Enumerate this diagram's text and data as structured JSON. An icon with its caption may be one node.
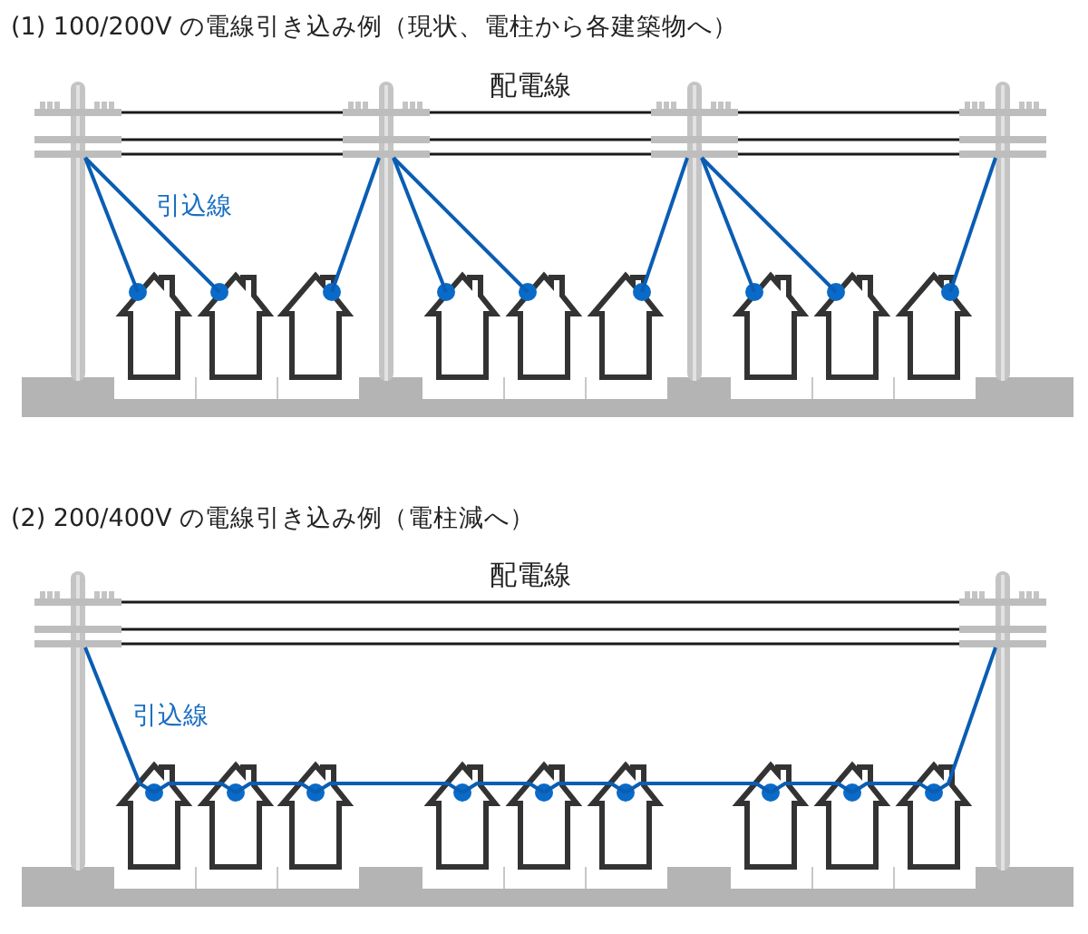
{
  "diagram": {
    "nodes": [
      {
        "text": [],
        "shape": "pole"
      },
      {
        "text": [],
        "shape": "pole"
      },
      {
        "text": [],
        "shape": "pole"
      },
      {
        "text": [],
        "shape": "pole"
      },
      {
        "text": [],
        "shape": "house"
      },
      {
        "text": [],
        "shape": "house"
      },
      {
        "text": [],
        "shape": "house"
      },
      {
        "text": [],
        "shape": "house"
      },
      {
        "text": [],
        "shape": "house"
      },
      {
        "text": [],
        "shape": "house"
      },
      {
        "text": [],
        "shape": "house"
      },
      {
        "text": [],
        "shape": "house"
      },
      {
        "text": [],
        "shape": "house"
      },
      {
        "text": [],
        "shape": "pole"
      },
      {
        "text": [],
        "shape": "pole"
      },
      {
        "text": [],
        "shape": "house"
      },
      {
        "text": [],
        "shape": "house"
      },
      {
        "text": [],
        "shape": "house"
      },
      {
        "text": [],
        "shape": "house"
      },
      {
        "text": [],
        "shape": "house"
      },
      {
        "text": [],
        "shape": "house"
      },
      {
        "text": [],
        "shape": "house"
      },
      {
        "text": [],
        "shape": "house"
      },
      {
        "text": [],
        "shape": "house"
      }
    ],
    "edges": [
      {
        "from": 0,
        "to": 4,
        "arrow": "none"
      },
      {
        "from": 0,
        "to": 5,
        "arrow": "none"
      },
      {
        "from": 1,
        "to": 6,
        "arrow": "none"
      },
      {
        "from": 1,
        "to": 7,
        "arrow": "none"
      },
      {
        "from": 1,
        "to": 8,
        "arrow": "none"
      },
      {
        "from": 2,
        "to": 9,
        "arrow": "none"
      },
      {
        "from": 2,
        "to": 10,
        "arrow": "none"
      },
      {
        "from": 2,
        "to": 11,
        "arrow": "none"
      },
      {
        "from": 3,
        "to": 12,
        "arrow": "none"
      },
      {
        "from": 0,
        "to": 1,
        "arrow": "none",
        "color": "#1a1a1a"
      },
      {
        "from": 0,
        "to": 1,
        "arrow": "none",
        "color": "#1a1a1a"
      },
      {
        "from": 0,
        "to": 1,
        "arrow": "none",
        "color": "#1a1a1a"
      },
      {
        "from": 1,
        "to": 2,
        "arrow": "none",
        "color": "#1a1a1a"
      },
      {
        "from": 1,
        "to": 2,
        "arrow": "none",
        "color": "#1a1a1a"
      },
      {
        "from": 1,
        "to": 2,
        "arrow": "none",
        "color": "#1a1a1a"
      },
      {
        "from": 2,
        "to": 3,
        "arrow": "none",
        "color": "#1a1a1a"
      },
      {
        "from": 2,
        "to": 3,
        "arrow": "none",
        "color": "#1a1a1a"
      },
      {
        "from": 2,
        "to": 3,
        "arrow": "none",
        "color": "#1a1a1a"
      },
      {
        "from": 13,
        "to": 15,
        "arrow": "none"
      },
      {
        "from": 15,
        "to": 16,
        "arrow": "none"
      },
      {
        "from": 16,
        "to": 17,
        "arrow": "none"
      },
      {
        "from": 17,
        "to": 18,
        "arrow": "none"
      },
      {
        "from": 18,
        "to": 19,
        "arrow": "none"
      },
      {
        "from": 19,
        "to": 20,
        "arrow": "none"
      },
      {
        "from": 20,
        "to": 21,
        "arrow": "none"
      },
      {
        "from": 21,
        "to": 22,
        "arrow": "none"
      },
      {
        "from": 22,
        "to": 23,
        "arrow": "none"
      },
      {
        "from": 23,
        "to": 14,
        "arrow": "none"
      },
      {
        "from": 13,
        "to": 14,
        "arrow": "none",
        "color": "#1a1a1a"
      },
      {
        "from": 13,
        "to": 14,
        "arrow": "none",
        "color": "#1a1a1a"
      },
      {
        "from": 13,
        "to": 14,
        "arrow": "none",
        "color": "#1a1a1a"
      }
    ],
    "labels": [
      "(1) 100/200V の電線引き込み例（現状、電柱から各建築物へ）",
      "配電線",
      "引込線",
      "(2) 200/400V の電線引き込み例（電柱減へ）",
      "配電線",
      "引込線"
    ]
  }
}
